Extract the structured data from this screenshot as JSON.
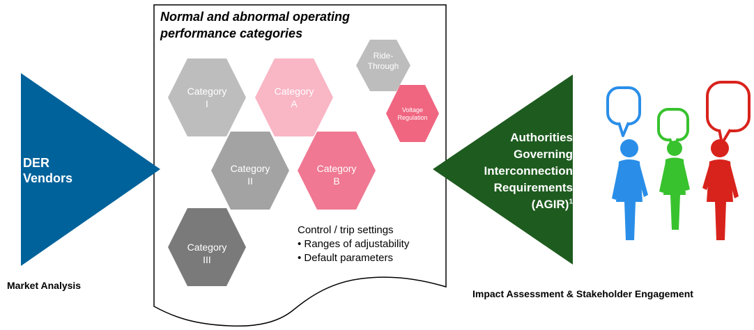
{
  "document": {
    "title_line1": "Normal and abnormal operating",
    "title_line2": "performance categories"
  },
  "left": {
    "triangle_color": "#00629b",
    "label_line1": "DER",
    "label_line2": "Vendors",
    "caption": "Market Analysis"
  },
  "right": {
    "triangle_color": "#1e5b1f",
    "label_lines": [
      "Authorities",
      "Governing",
      "Interconnection",
      "Requirements"
    ],
    "label_last": "(AGIR)",
    "footnote_marker": "1",
    "caption": "Impact Assessment & Stakeholder Engagement"
  },
  "hexagons": [
    {
      "id": "cat-i",
      "label": "Category\nI",
      "color": "#bdbdbd"
    },
    {
      "id": "cat-a",
      "label": "Category\nA",
      "color": "#f9b6c5"
    },
    {
      "id": "cat-ii",
      "label": "Category\nII",
      "color": "#a3a3a3"
    },
    {
      "id": "cat-b",
      "label": "Category\nB",
      "color": "#f07892"
    },
    {
      "id": "cat-iii",
      "label": "Category\nIII",
      "color": "#7a7a7a"
    },
    {
      "id": "ride-through",
      "label": "Ride-\nThrough",
      "color": "#bdbdbd"
    },
    {
      "id": "voltage-regulation",
      "label": "Voltage\nRegulation",
      "color": "#f06681"
    }
  ],
  "settings": {
    "heading": "Control / trip settings",
    "items": [
      "• Ranges of adjustability",
      "• Default parameters"
    ]
  },
  "people": [
    {
      "name": "blue-person",
      "color": "#2a8ee8"
    },
    {
      "name": "green-person",
      "color": "#38c22e"
    },
    {
      "name": "red-person",
      "color": "#d8231c"
    }
  ]
}
